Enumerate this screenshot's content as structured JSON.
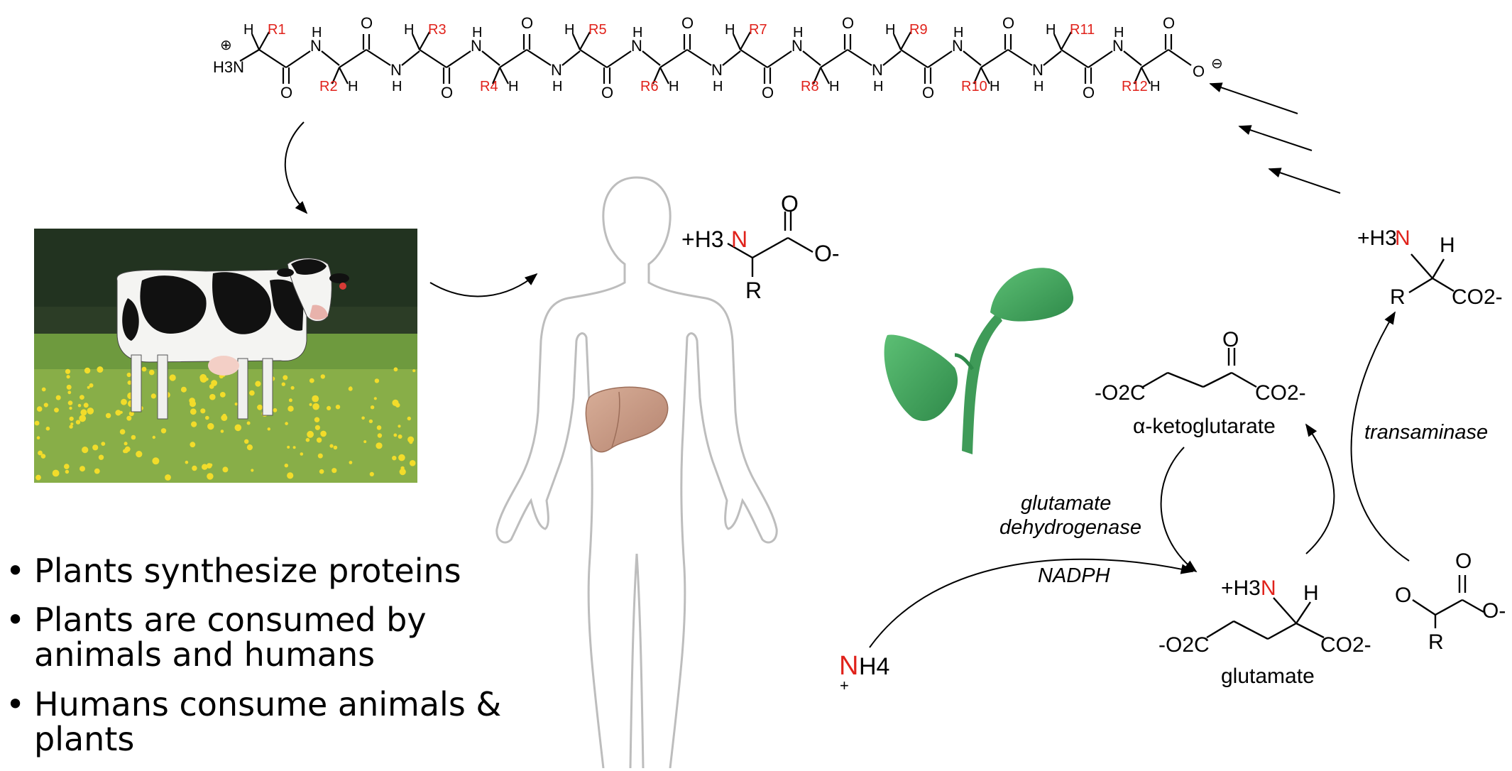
{
  "peptide": {
    "r_labels": [
      "R1",
      "R2",
      "R3",
      "R4",
      "R5",
      "R6",
      "R7",
      "R8",
      "R9",
      "R10",
      "R11",
      "R12"
    ],
    "nh_label": "N",
    "h_label": "H",
    "o_label": "O",
    "n_terminus": "H3N",
    "plus": "⊕",
    "minus": "⊖"
  },
  "amino_acid": {
    "prefix": "+H3",
    "n": "N",
    "o_top": "O",
    "o_minus": "O-",
    "r": "R"
  },
  "alpha_kg": {
    "o_top": "O",
    "left": "-O2C",
    "right": "CO2-",
    "name": "α-ketoglutarate"
  },
  "glutamate": {
    "prefix": "+H3",
    "n": "N",
    "h": "H",
    "left": "-O2C",
    "right": "CO2-",
    "name": "glutamate"
  },
  "product_aa": {
    "prefix": "+H3",
    "n": "N",
    "h": "H",
    "r": "R",
    "co2": "CO2-"
  },
  "keto_acid": {
    "o_top": "O",
    "o_left": "O",
    "o_minus": "O-",
    "r": "R"
  },
  "ammonium": {
    "n": "N",
    "h": "H4",
    "plus": "+"
  },
  "enzymes": {
    "gdh_line1": "glutamate",
    "gdh_line2": "dehydrogenase",
    "cofactor": "NADPH",
    "transaminase": "transaminase"
  },
  "bullets": [
    "Plants synthesize proteins",
    "Plants are consumed by animals and humans",
    "Humans consume animals & plants"
  ],
  "colors": {
    "accent_red": "#e0221b",
    "liver": "#c79a82",
    "leaf": "#3f9b58",
    "grass": "#6a9b3e",
    "outline": "#bdbdbd"
  }
}
